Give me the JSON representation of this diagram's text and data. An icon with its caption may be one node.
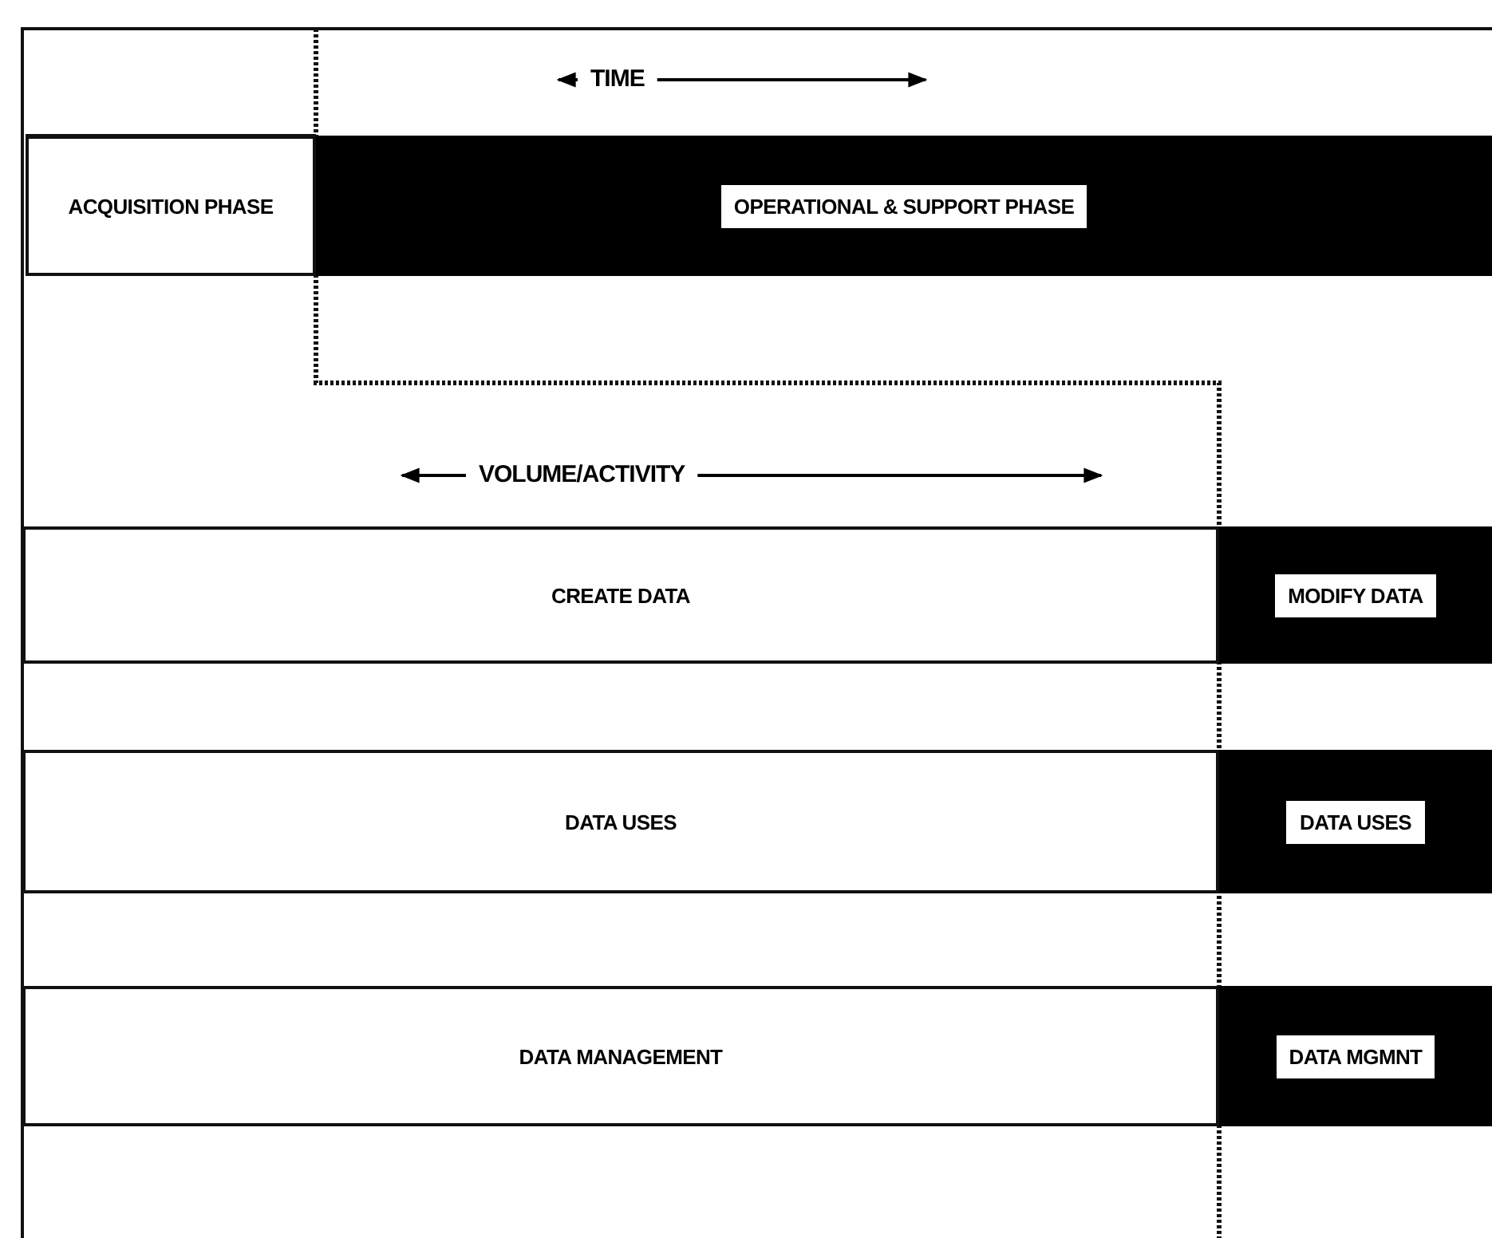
{
  "diagram": {
    "nodes": [
      {
        "text": [
          "ACQUISITION PHASE"
        ]
      },
      {
        "text": [
          "OPERATIONAL & SUPPORT PHASE"
        ]
      },
      {
        "text": [
          "CREATE DATA"
        ]
      },
      {
        "text": [
          "MODIFY DATA"
        ]
      },
      {
        "text": [
          "DATA USES"
        ]
      },
      {
        "text": [
          "DATA USES"
        ]
      },
      {
        "text": [
          "DATA MANAGEMENT"
        ]
      },
      {
        "text": [
          "DATA MGMNT"
        ]
      }
    ],
    "edges": [],
    "labels": [
      "TIME",
      "VOLUME/ACTIVITY"
    ]
  }
}
